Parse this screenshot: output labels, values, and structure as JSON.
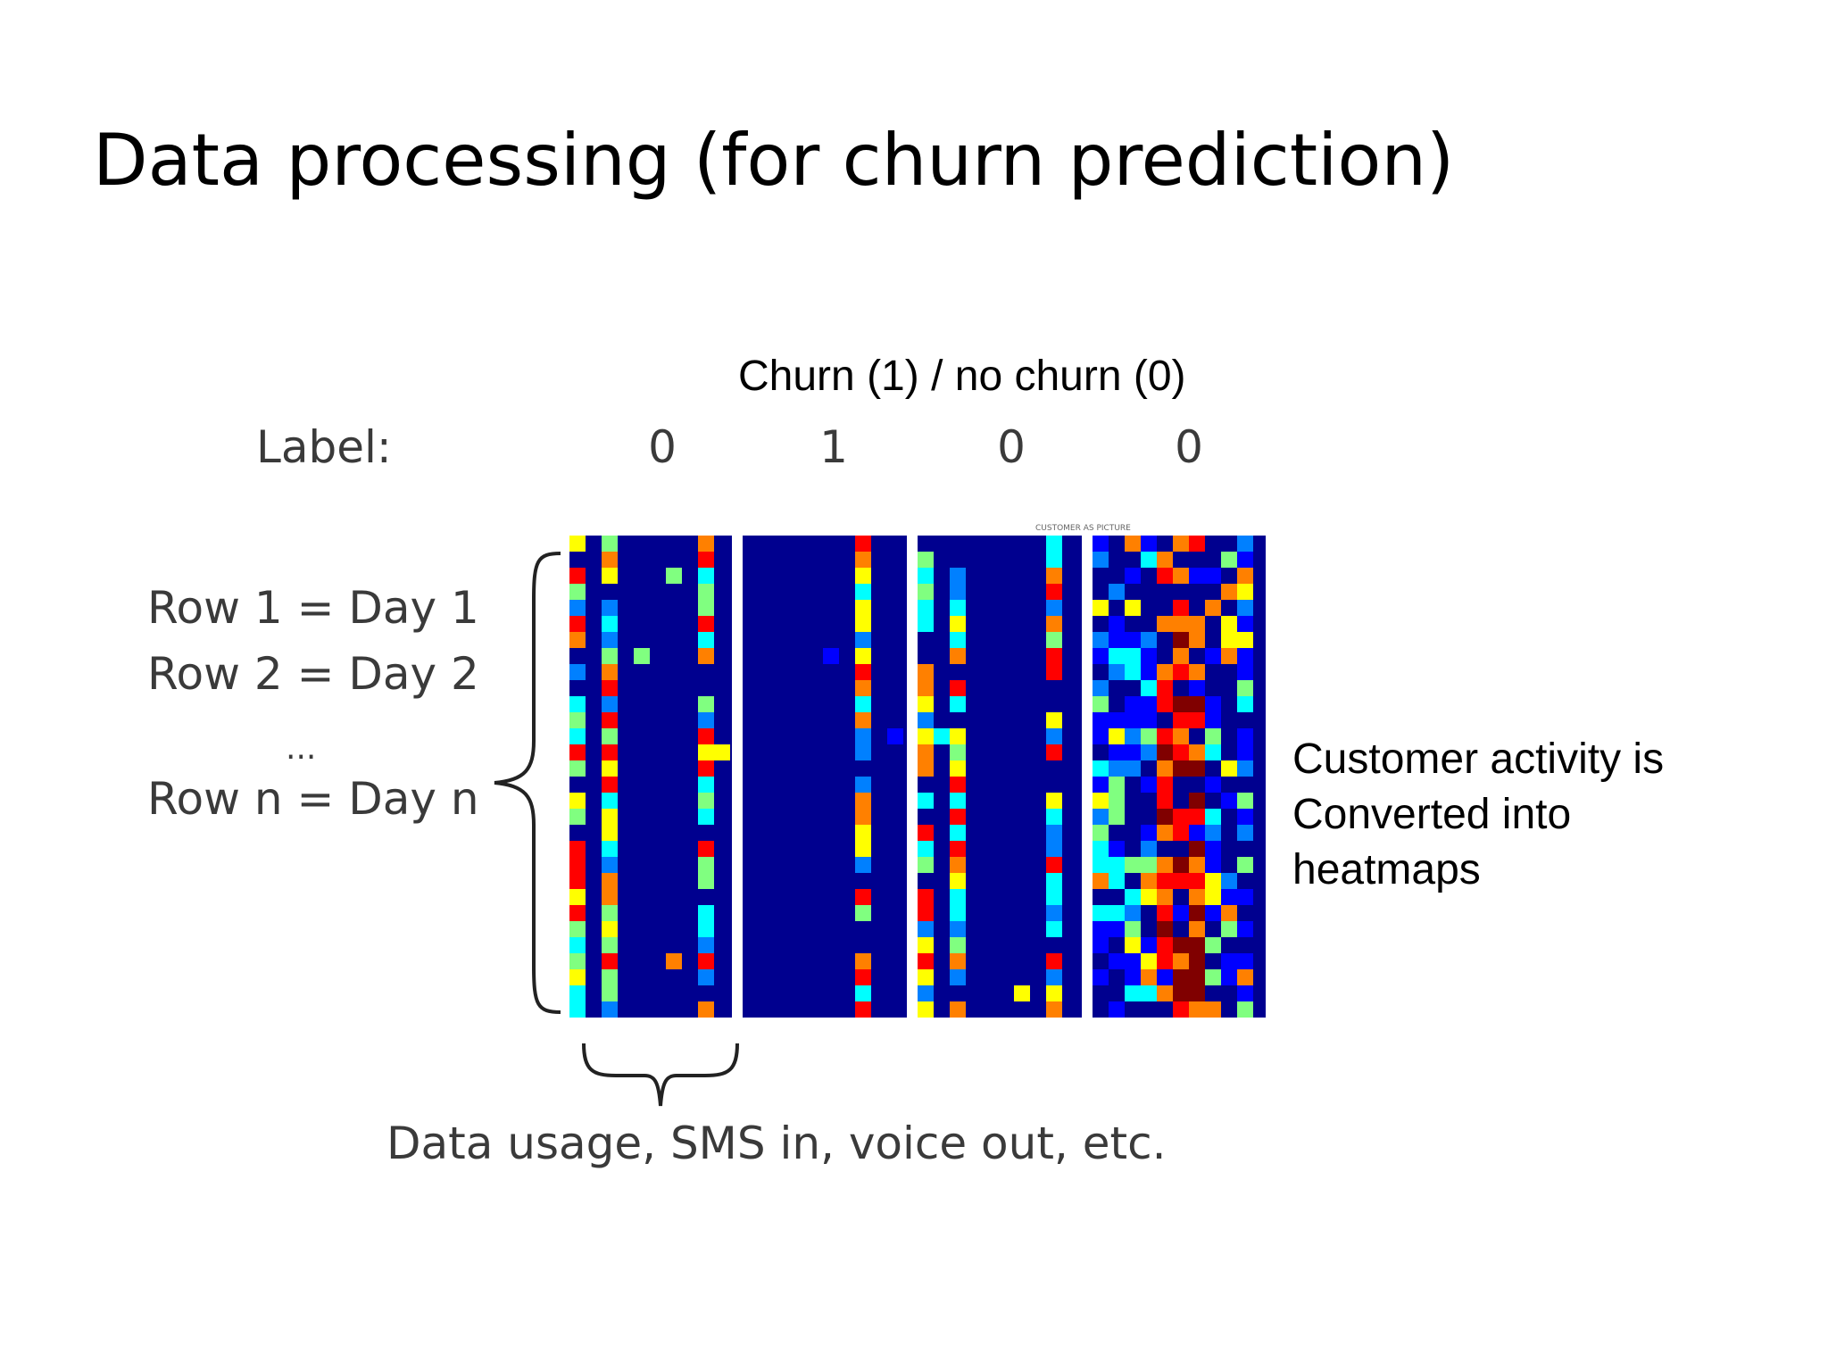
{
  "title": "Data processing (for churn prediction)",
  "callouts": {
    "top": "Churn (1) / no churn (0)",
    "right": [
      "Customer activity is",
      "Converted into",
      "heatmaps"
    ]
  },
  "label_row": {
    "heading": "Label:",
    "values": [
      "0",
      "1",
      "0",
      "0"
    ]
  },
  "rows": {
    "row1": "Row 1 = Day 1",
    "row2": "Row 2 = Day 2",
    "ellipsis": "...",
    "rown": "Row n = Day n"
  },
  "features_caption": "Data usage, SMS in, voice out, etc.",
  "heatmap_caption": "CUSTOMER AS PICTURE",
  "colors": {
    "background": "#00008f",
    "divider": "#ffffff",
    "text_dark": "#3a3a3a"
  },
  "heatmap_palette": [
    "#00008f",
    "#0000ff",
    "#0080ff",
    "#00ffff",
    "#80ff80",
    "#ffff00",
    "#ff8000",
    "#ff0000",
    "#800000"
  ]
}
